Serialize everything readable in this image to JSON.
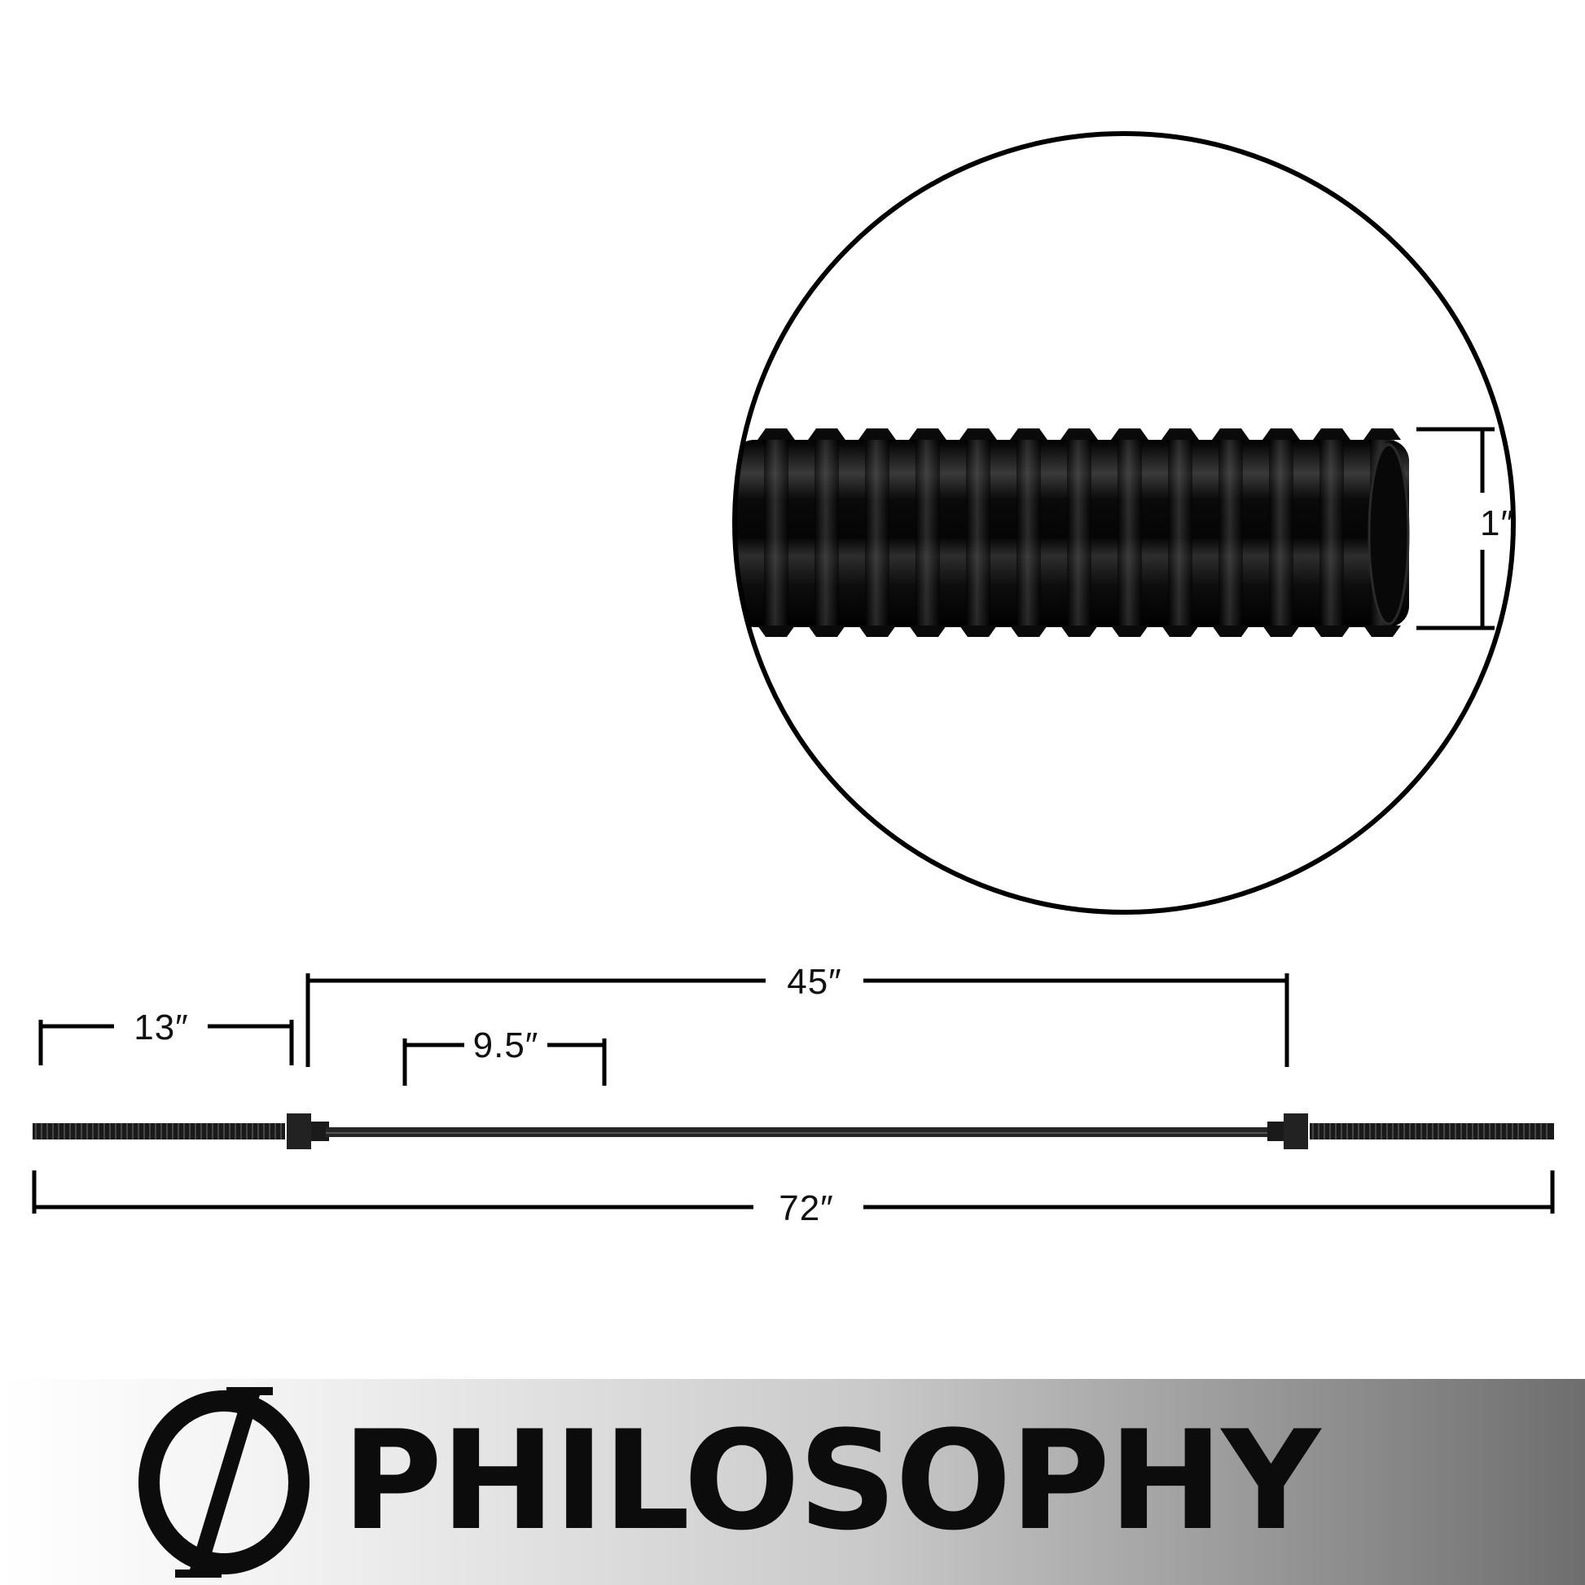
{
  "dimensions": {
    "one_inch": "1″",
    "thirteen": "13″",
    "forty_five": "45″",
    "nine_five": "9.5″",
    "seventy_two": "72″"
  },
  "brand": {
    "name": "PHILOSOPHY"
  },
  "colors": {
    "ink": "#111111",
    "bar": "#1a1a1a",
    "band_start": "#ffffff",
    "band_end": "#6e6e6e"
  }
}
